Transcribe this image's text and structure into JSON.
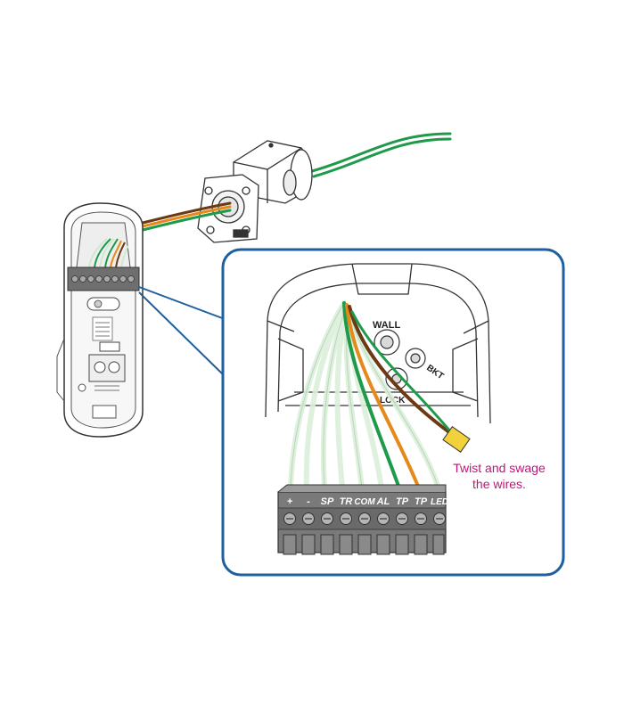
{
  "diagram": {
    "callout": {
      "line1": "Twist and swage",
      "line2": "the wires."
    },
    "wall_label": "WALL",
    "bkt_label": "BKT",
    "lock_label": "LOCK",
    "terminal_labels": [
      "+",
      "-",
      "SP",
      "TR",
      "COM",
      "AL",
      "TP",
      "TP",
      "LED"
    ],
    "colors": {
      "green_wire": "#1f9a4a",
      "orange_wire": "#e58a1a",
      "brown_wire": "#6b3a14",
      "white_wire": "#dcefdc",
      "connector_cap": "#f2d23a",
      "callout_text": "#c0147a",
      "inset_border": "#1d5fa0",
      "terminal_body": "#7a7a7a"
    }
  }
}
